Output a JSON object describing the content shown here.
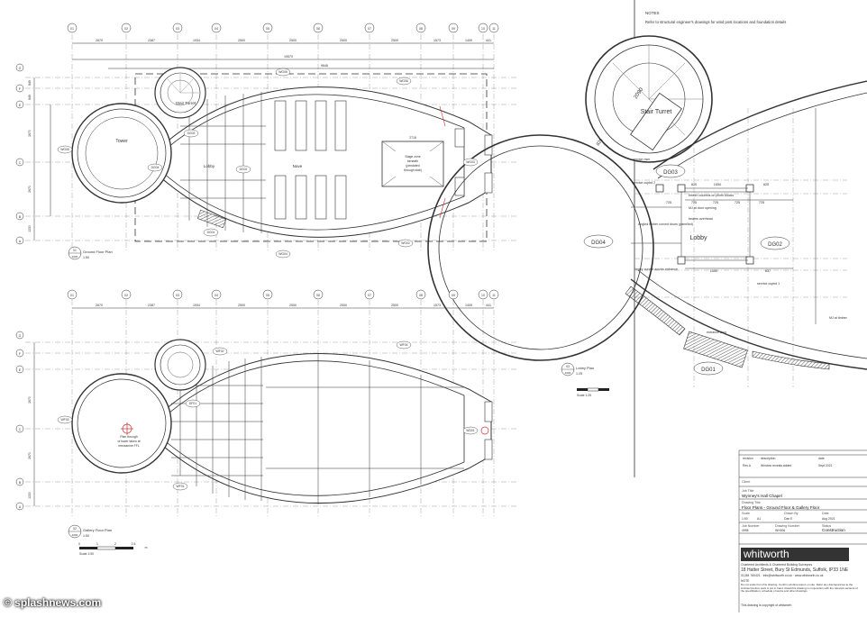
{
  "grid_labels_top": [
    "01",
    "02",
    "03",
    "04",
    "05",
    "06",
    "07",
    "08",
    "09",
    "10",
    "11"
  ],
  "grid_labels_side": [
    "A",
    "B",
    "C",
    "D",
    "E",
    "F",
    "G"
  ],
  "dims_top": [
    "2670",
    "2387",
    "1934",
    "2500",
    "2500",
    "2500",
    "2500",
    "1573",
    "1409",
    "441"
  ],
  "dims_side": [
    "1230",
    "2670",
    "2670",
    "1230",
    "849",
    "849"
  ],
  "overall_dim_1": "19570",
  "overall_dim_2": "9646",
  "ground_plan": {
    "rooms": {
      "tower": "Tower",
      "stair": "Stair Turret",
      "lobby": "Lobby",
      "nave": "Nave"
    },
    "stage_text": [
      "2718",
      "Stage zone",
      "beneath",
      "(pendated",
      "through slab)"
    ],
    "doors": [
      "DG01",
      "DG02",
      "DG03",
      "DG04",
      "WG05",
      "WG02",
      "WG03",
      "WG04",
      "WG05",
      "WG06"
    ],
    "title_num": "01",
    "title_scale": "2000",
    "title": "Ground Floor Plan",
    "scale": "1:50",
    "callout": "01\n2000"
  },
  "gallery_plan": {
    "tower_note": [
      "Plan through",
      "of tower taken at",
      "mezzanine FFL"
    ],
    "doors": [
      "WF01",
      "WF02",
      "WF03",
      "WF04",
      "DF01",
      "WD01"
    ],
    "title_num": "02",
    "title_scale": "2000",
    "title": "Gallery Floor Plan",
    "scale": "1:50",
    "scale_bar": [
      "0",
      "1",
      "2",
      "2.5",
      "m"
    ],
    "scale_label": "Scale 1:50"
  },
  "lobby_plan": {
    "stair": "Stair Turret",
    "lobby": "Lobby",
    "doors": [
      "DG01",
      "DG02",
      "DG03",
      "DG04"
    ],
    "labels": [
      "service riser",
      "service cupbd 2",
      "timber columns on plinth blocks",
      "MJ at door opening",
      "beams overhead",
      "Angled timber curved doors (panelled)",
      "heavy curtain across entrance",
      "service cupbd 1",
      "entrance door",
      "MJ at timber"
    ],
    "dims": [
      "825",
      "1650",
      "825",
      "725",
      "725",
      "725",
      "725",
      "725",
      "1550",
      "637",
      "2090",
      "825"
    ],
    "title_num": "03",
    "title_scale": "2000",
    "title": "Lobby Plan",
    "scale": "1:25",
    "scale_label": "Scale 1:25"
  },
  "notes": {
    "heading": "NOTES",
    "text": "Refer to structural engineer's drawings for wind post locations and foundation details"
  },
  "revision": {
    "header": [
      "revision",
      "description",
      "",
      "date"
    ],
    "row": [
      "Rev A",
      "Window reveals added",
      "",
      "Sept 2021"
    ]
  },
  "title_block": {
    "client_label": "Client",
    "job_title_label": "Job Title",
    "job_title": "Wynney's Hall Chapel",
    "drawing_title_label": "Drawing Title",
    "drawing_title": "Floor Plans - Ground Floor & Gallery Floor",
    "scale_label": "Scale",
    "scale": "1:50",
    "size": "A1",
    "drawn_label": "Drawn By",
    "drawn": "Dan E",
    "date_label": "Date",
    "date": "Aug 2021",
    "job_no_label": "Job Number",
    "job_no": "4998",
    "drawing_no_label": "Drawing Number",
    "drawing_no": "WH006",
    "status_label": "Status",
    "status": "Construction",
    "company": "whitworth",
    "company_sub": "Chartered Architects & Chartered Building Surveyors",
    "address": "18 Hatter Street, Bury St Edmunds, Suffolk, IP33 1NE",
    "contact": "01284 760421 · info@whitworth.co.uk · www.whitworth.co.uk",
    "note_heading": "NOTE",
    "note_text": "Do not scale from this drawing. Confirm all dimensions on site. Refer any discrepancies to the Architect before work is put in hand. Read this drawing in conjunction with the relevant sections of the specification, schedule of works and other drawings.",
    "copyright": "This drawing is copyright of whitworth"
  },
  "watermark": "© splashnews.com"
}
